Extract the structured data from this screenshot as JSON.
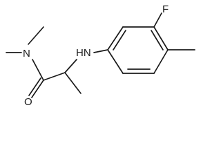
{
  "molecule": {
    "atoms": {
      "fluorine": "F",
      "amine_n": "HN",
      "amide_n": "N",
      "carbonyl_o": "O"
    },
    "bond_color": "#1a1a1a",
    "background": "#ffffff"
  }
}
